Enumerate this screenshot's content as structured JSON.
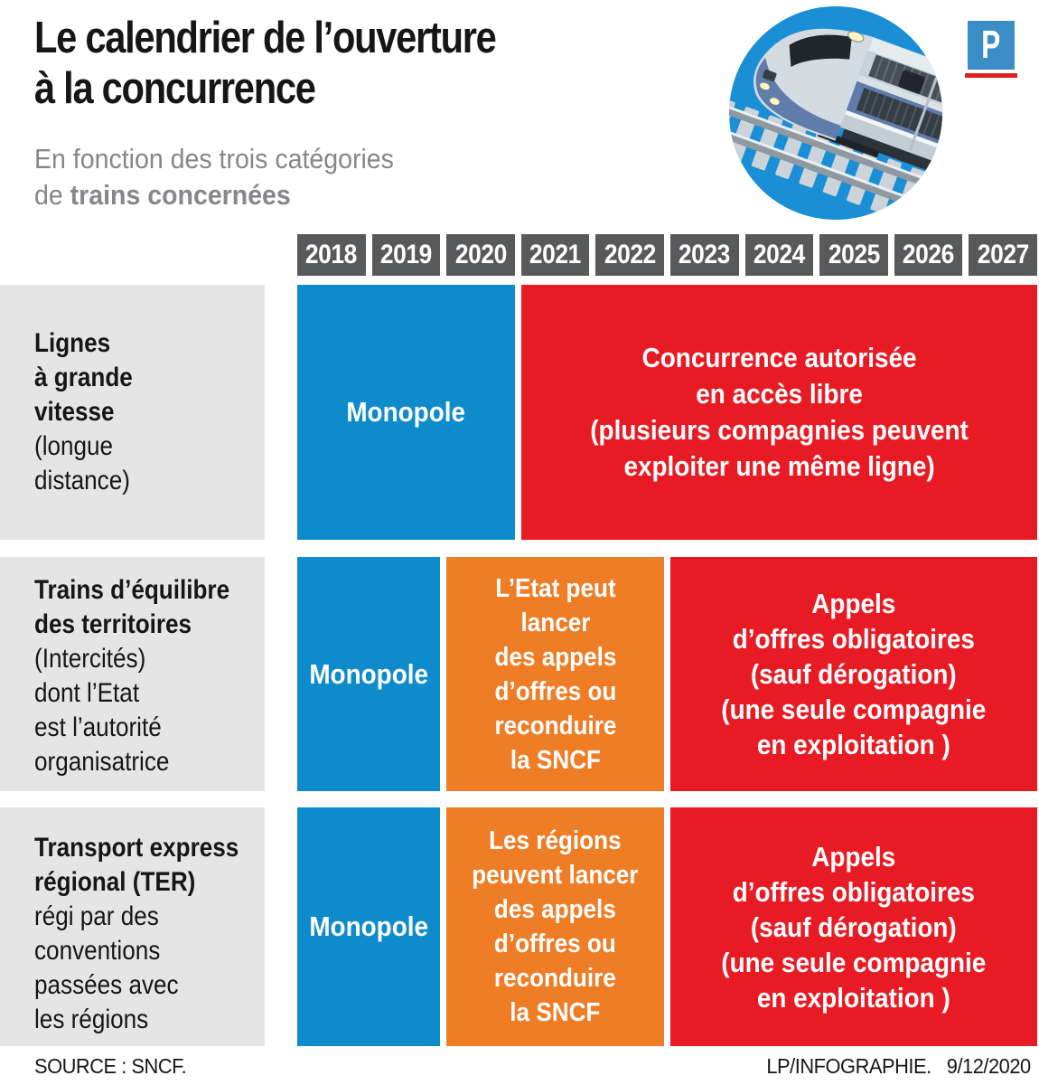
{
  "header": {
    "title_line1": "Le calendrier de l’ouverture",
    "title_line2": "à la concurrence",
    "subtitle_line1": "En fonction des trois catégories",
    "subtitle_prefix": "de ",
    "subtitle_bold": "trains concernées",
    "logo_letter": "P"
  },
  "years": [
    "2018",
    "2019",
    "2020",
    "2021",
    "2022",
    "2023",
    "2024",
    "2025",
    "2026",
    "2027"
  ],
  "rows": [
    {
      "label": {
        "bold": [
          "Lignes",
          "à grande",
          "vitesse"
        ],
        "regular": [
          "(longue",
          "distance)"
        ]
      },
      "segments": [
        {
          "kind": "monopole",
          "label": "Monopole",
          "start": 2018,
          "end": 2020
        },
        {
          "kind": "open-access",
          "start": 2021,
          "end": 2027,
          "lines": [
            "Concurrence autorisée",
            "en accès libre",
            "(plusieurs compagnies peuvent",
            "exploiter une même ligne)"
          ]
        }
      ]
    },
    {
      "label": {
        "bold": [
          "Trains d’équilibre",
          "des territoires"
        ],
        "regular": [
          "(Intercités)",
          "dont l’Etat",
          "est l’autorité",
          "organisatrice"
        ]
      },
      "segments": [
        {
          "kind": "monopole",
          "label": "Monopole",
          "start": 2018,
          "end": 2019
        },
        {
          "kind": "tender-option",
          "start": 2020,
          "end": 2022,
          "lines": [
            "L’Etat peut",
            "lancer",
            "des appels",
            "d’offres ou",
            "reconduire",
            "la SNCF"
          ]
        },
        {
          "kind": "tender-mandatory",
          "start": 2023,
          "end": 2027,
          "lines": [
            "Appels",
            "d’offres obligatoires",
            "(sauf dérogation)",
            "(une seule compagnie",
            "en exploitation )"
          ]
        }
      ]
    },
    {
      "label": {
        "bold": [
          "Transport express",
          "régional (TER)"
        ],
        "regular": [
          "régi par des",
          "conventions",
          "passées avec",
          "les régions"
        ]
      },
      "segments": [
        {
          "kind": "monopole",
          "label": "Monopole",
          "start": 2018,
          "end": 2019
        },
        {
          "kind": "tender-option",
          "start": 2020,
          "end": 2022,
          "lines": [
            "Les régions",
            "peuvent lancer",
            "des appels",
            "d’offres ou",
            "reconduire",
            "la SNCF"
          ]
        },
        {
          "kind": "tender-mandatory",
          "start": 2023,
          "end": 2027,
          "lines": [
            "Appels",
            "d’offres obligatoires",
            "(sauf dérogation)",
            "(une seule compagnie",
            "en exploitation )"
          ]
        }
      ]
    }
  ],
  "footer": {
    "source": "SOURCE : SNCF.",
    "credit": "LP/INFOGRAPHIE.",
    "date": "9/12/2020"
  },
  "colors": {
    "box_blue": "#0e8bcb",
    "box_red": "#e81b24",
    "box_orange": "#ee7d26",
    "year_gray": "#58595b",
    "label_gray": "#e5e5e6",
    "subtitle_gray": "#85878a",
    "circle_blue": "#1a8fd5",
    "logo_blue": "#3a8dc5",
    "logo_red": "#e0201f",
    "text_dark": "#161616"
  },
  "chart_data": {
    "type": "table",
    "title": "Le calendrier de l’ouverture à la concurrence",
    "subtitle": "En fonction des trois catégories de trains concernées",
    "x": [
      2018,
      2019,
      2020,
      2021,
      2022,
      2023,
      2024,
      2025,
      2026,
      2027
    ],
    "rows": [
      {
        "category": "Lignes à grande vitesse (longue distance)",
        "segments": [
          {
            "label": "Monopole",
            "years": [
              2018,
              2020
            ],
            "color": "#0e8bcb"
          },
          {
            "label": "Concurrence autorisée en accès libre (plusieurs compagnies peuvent exploiter une même ligne)",
            "years": [
              2021,
              2027
            ],
            "color": "#e81b24"
          }
        ]
      },
      {
        "category": "Trains d’équilibre des territoires (Intercités) dont l’Etat est l’autorité organisatrice",
        "segments": [
          {
            "label": "Monopole",
            "years": [
              2018,
              2019
            ],
            "color": "#0e8bcb"
          },
          {
            "label": "L’Etat peut lancer des appels d’offres ou reconduire la SNCF",
            "years": [
              2020,
              2022
            ],
            "color": "#ee7d26"
          },
          {
            "label": "Appels d’offres obligatoires (sauf dérogation) (une seule compagnie en exploitation )",
            "years": [
              2023,
              2027
            ],
            "color": "#e81b24"
          }
        ]
      },
      {
        "category": "Transport express régional (TER) régi par des conventions passées avec les régions",
        "segments": [
          {
            "label": "Monopole",
            "years": [
              2018,
              2019
            ],
            "color": "#0e8bcb"
          },
          {
            "label": "Les régions peuvent lancer des appels d’offres ou reconduire la SNCF",
            "years": [
              2020,
              2022
            ],
            "color": "#ee7d26"
          },
          {
            "label": "Appels d’offres obligatoires (sauf dérogation) (une seule compagnie en exploitation )",
            "years": [
              2023,
              2027
            ],
            "color": "#e81b24"
          }
        ]
      }
    ],
    "legend_position": "none",
    "grid": false,
    "source": "SNCF",
    "credit": "LP/INFOGRAPHIE. 9/12/2020"
  }
}
